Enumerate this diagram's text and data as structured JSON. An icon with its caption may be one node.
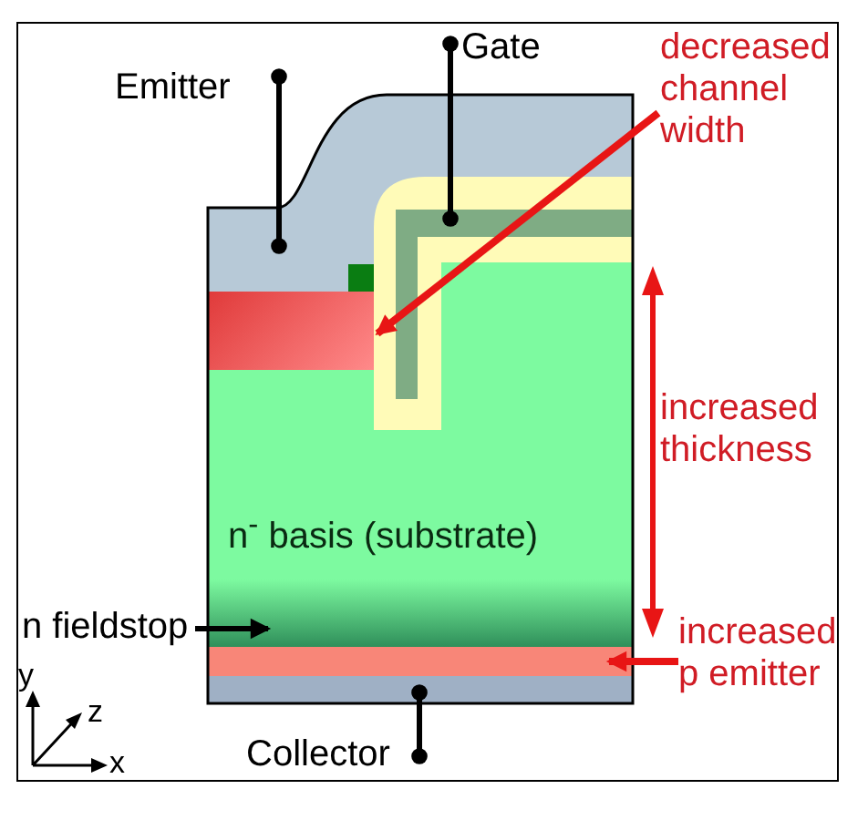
{
  "diagram": {
    "nodes": [
      {
        "text": [
          "Emitter"
        ]
      },
      {
        "text": [
          "Gate"
        ]
      },
      {
        "text": [
          "decreased channel width"
        ]
      },
      {
        "text": [
          "increased thickness"
        ]
      },
      {
        "text": [
          "n$^{-}$ basis (substrate)"
        ]
      },
      {
        "text": [
          "n fieldstop"
        ]
      },
      {
        "text": [
          "increased p emitter"
        ]
      },
      {
        "text": [
          "Collector"
        ]
      },
      {
        "text": [],
        "shape": "box"
      },
      {
        "text": [],
        "shape": "box"
      },
      {
        "text": [],
        "shape": "box"
      },
      {
        "text": [],
        "shape": "box"
      },
      {
        "text": [],
        "shape": "box"
      },
      {
        "text": [],
        "shape": "box"
      }
    ],
    "edges": [
      {
        "from": 0,
        "to": 8,
        "arrow": "other"
      },
      {
        "from": 1,
        "to": 9,
        "arrow": "other"
      },
      {
        "from": 2,
        "to": 10,
        "arrow": "to",
        "color": "#e81515"
      },
      {
        "from": 5,
        "to": 11,
        "arrow": "to"
      },
      {
        "from": 6,
        "to": 12,
        "arrow": "to",
        "color": "#e81515"
      },
      {
        "from": 7,
        "to": 13,
        "arrow": "other"
      }
    ],
    "labels": [
      "y",
      "z",
      "x"
    ]
  }
}
